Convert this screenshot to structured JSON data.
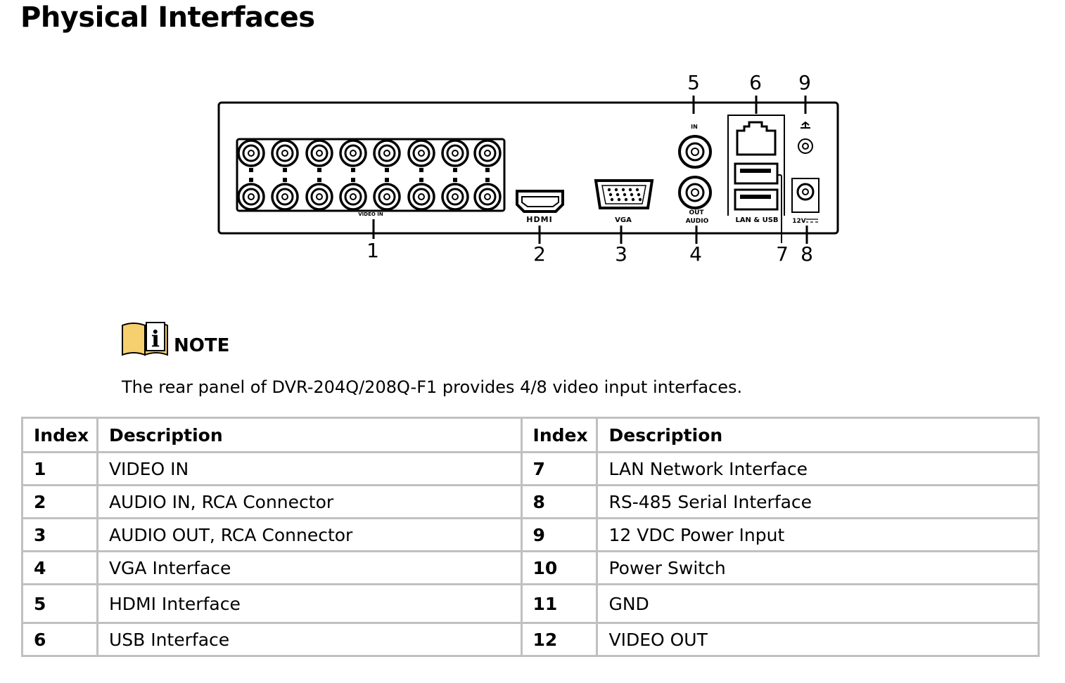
{
  "title": "Physical Interfaces",
  "diagram": {
    "callouts_top": [
      "5",
      "6",
      "9"
    ],
    "callouts_bottom": [
      "1",
      "2",
      "3",
      "4",
      "7",
      "8"
    ],
    "labels": {
      "video_in": "VIDEO IN",
      "hdmi": "HDMI",
      "vga": "VGA",
      "audio_in": "IN",
      "audio_out_1": "OUT",
      "audio_out_2": "AUDIO",
      "lan_usb": "LAN & USB",
      "power": "12V"
    }
  },
  "note": {
    "label": "NOTE",
    "text": "The rear panel of DVR-204Q/208Q-F1 provides 4/8 video input interfaces."
  },
  "table": {
    "headers": [
      "Index",
      "Description",
      "Index",
      "Description"
    ],
    "rows": [
      [
        "1",
        "VIDEO IN",
        "7",
        "LAN Network Interface"
      ],
      [
        "2",
        "AUDIO IN, RCA Connector",
        "8",
        "RS-485 Serial Interface"
      ],
      [
        "3",
        "AUDIO OUT, RCA Connector",
        "9",
        "12 VDC Power Input"
      ],
      [
        "4",
        "VGA Interface",
        "10",
        "Power Switch"
      ],
      [
        "5",
        "HDMI Interface",
        "11",
        "GND"
      ],
      [
        "6",
        "USB Interface",
        "12",
        "VIDEO OUT"
      ]
    ]
  }
}
